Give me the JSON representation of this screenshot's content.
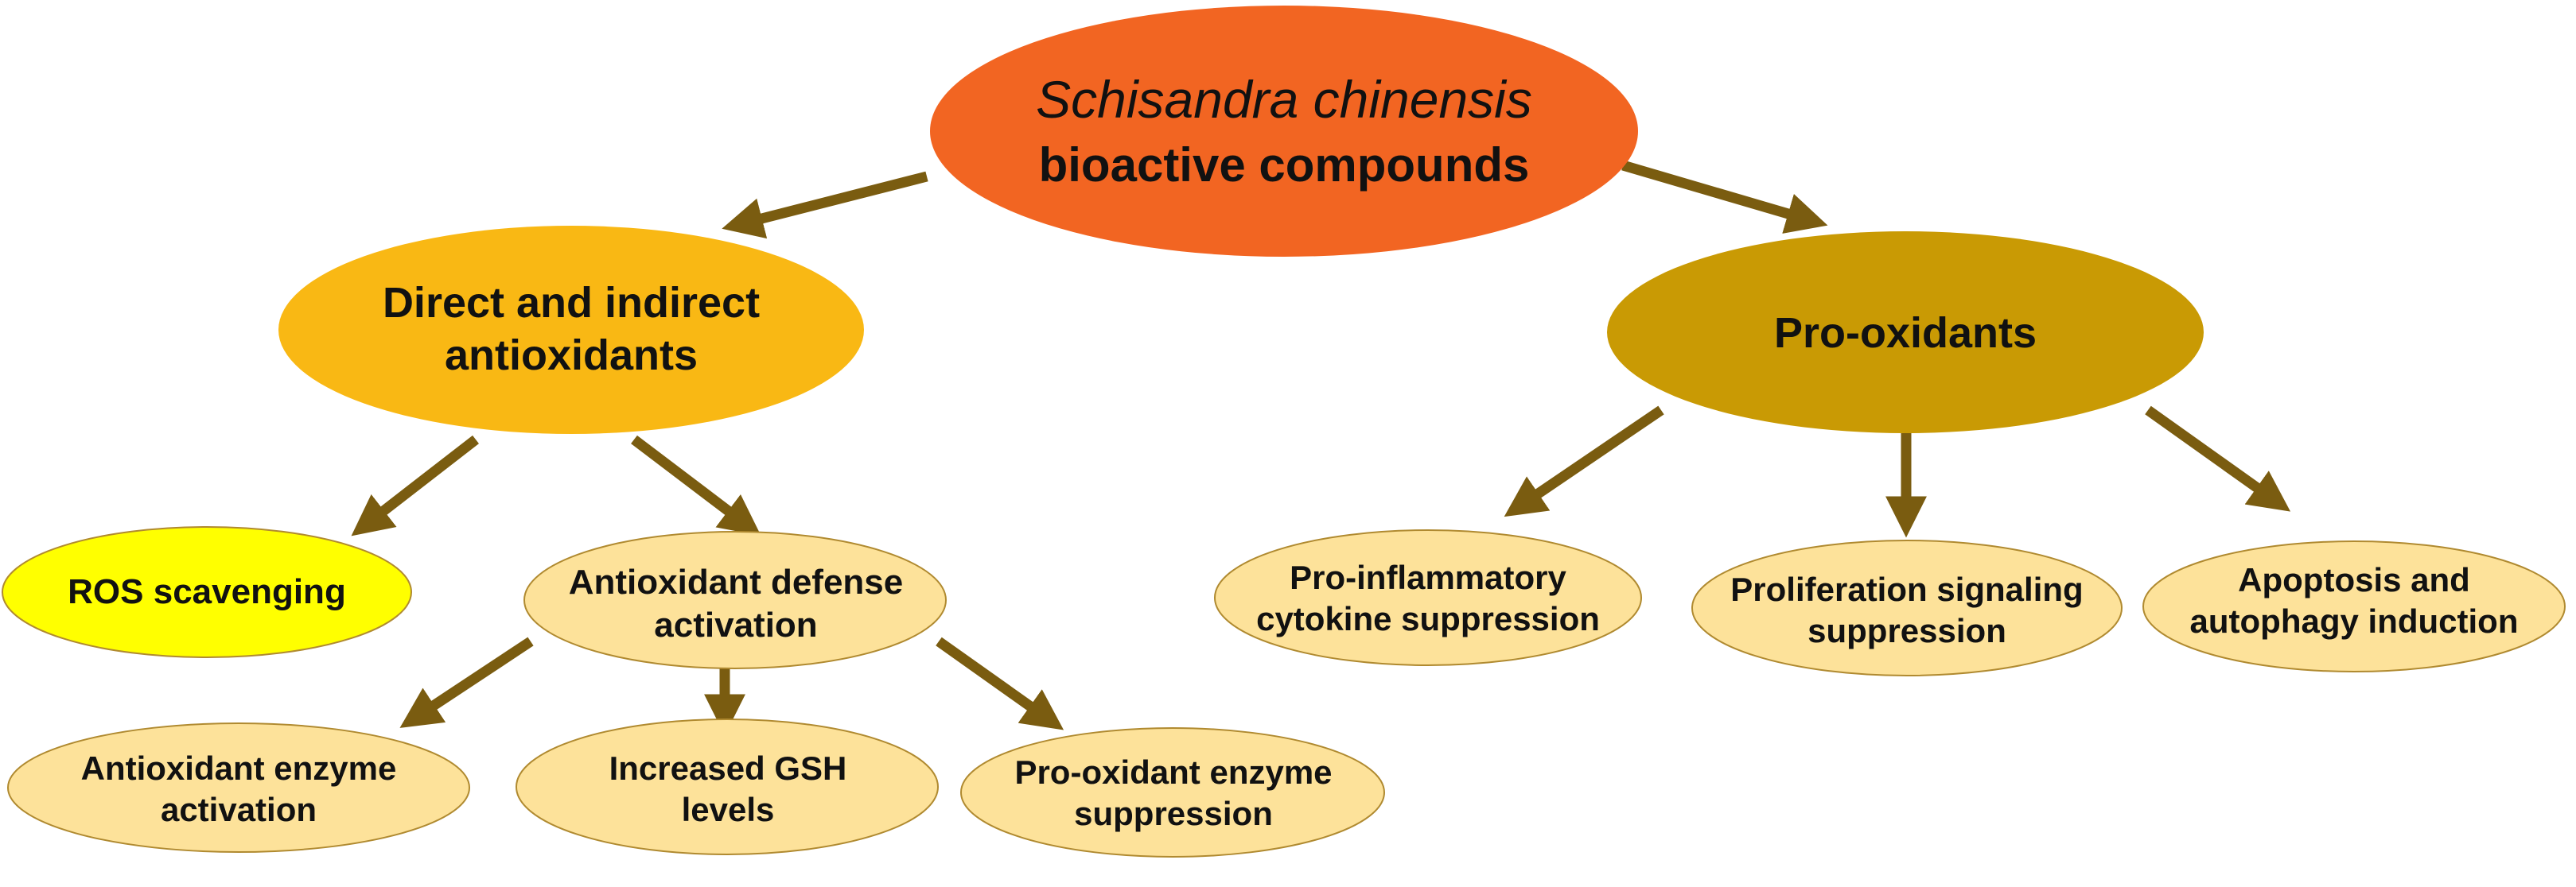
{
  "colors": {
    "arrow": "#7a5c10",
    "root_fill": "#f26522",
    "level1_left_fill": "#f9b814",
    "level1_right_fill": "#c99a04",
    "ros_fill": "#ffff00",
    "pale_fill": "#fde29a",
    "outline": "#b08a30"
  },
  "root": {
    "line1": "Schisandra chinensis",
    "line2": "bioactive compounds"
  },
  "antioxidants": {
    "line1": "Direct and indirect",
    "line2": "antioxidants"
  },
  "prooxidants": {
    "label": "Pro-oxidants"
  },
  "ros": {
    "label": "ROS scavenging"
  },
  "defense": {
    "line1": "Antioxidant defense",
    "line2": "activation"
  },
  "enzyme_activation": {
    "line1": "Antioxidant enzyme",
    "line2": "activation"
  },
  "gsh": {
    "line1": "Increased GSH",
    "line2": "levels"
  },
  "prooxidant_enzyme": {
    "line1": "Pro-oxidant enzyme",
    "line2": "suppression"
  },
  "cytokine": {
    "line1": "Pro-inflammatory",
    "line2": "cytokine suppression"
  },
  "proliferation": {
    "line1": "Proliferation signaling",
    "line2": "suppression"
  },
  "apoptosis": {
    "line1": "Apoptosis and",
    "line2": "autophagy induction"
  }
}
